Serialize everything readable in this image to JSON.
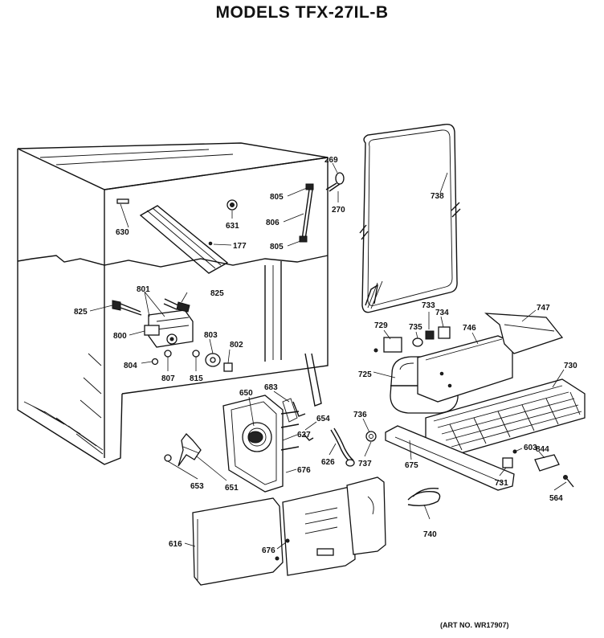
{
  "title": "MODELS TFX-27IL-B",
  "art_number": "(ART NO. WR17907)",
  "labels": {
    "l269": "269",
    "l270": "270",
    "l738": "738",
    "l805a": "805",
    "l806": "806",
    "l805b": "805",
    "l631": "631",
    "l630": "630",
    "l177": "177",
    "l801": "801",
    "l825a": "825",
    "l825b": "825",
    "l800": "800",
    "l803": "803",
    "l802": "802",
    "l804": "804",
    "l807": "807",
    "l815": "815",
    "l733": "733",
    "l734": "734",
    "l747": "747",
    "l729": "729",
    "l735": "735",
    "l746": "746",
    "l730": "730",
    "l725": "725",
    "l683": "683",
    "l650": "650",
    "l654": "654",
    "l627": "627",
    "l736": "736",
    "l737": "737",
    "l675": "675",
    "l626": "626",
    "l676a": "676",
    "l603": "603",
    "l844": "844",
    "l731": "731",
    "l564": "564",
    "l653": "653",
    "l651": "651",
    "l616": "616",
    "l676b": "676",
    "l740": "740"
  }
}
